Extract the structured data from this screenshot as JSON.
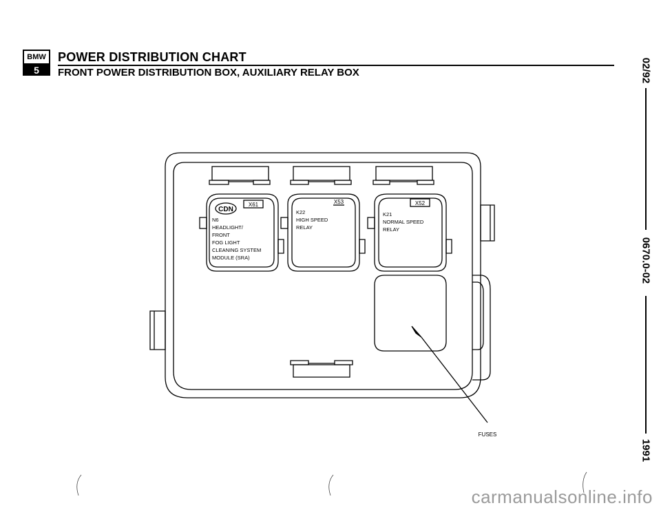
{
  "header": {
    "logo_top": "BMW",
    "logo_bottom": "5",
    "title": "POWER DISTRIBUTION CHART",
    "subtitle": "FRONT POWER DISTRIBUTION BOX, AUXILIARY RELAY BOX"
  },
  "side_labels": {
    "date": "02/92",
    "doc_number": "0670.0-02",
    "year": "1991"
  },
  "diagram": {
    "sockets": {
      "left": {
        "connector": "X61",
        "badge": "CDN",
        "lines": [
          "N6",
          "HEADLIGHT/",
          "FRONT",
          "FOG LIGHT",
          "CLEANING SYSTEM",
          "MODULE (SRA)"
        ]
      },
      "middle": {
        "connector": "X53",
        "lines": [
          "K22",
          "HIGH SPEED",
          "RELAY"
        ]
      },
      "right": {
        "connector": "X52",
        "lines": [
          "K21",
          "NORMAL SPEED",
          "RELAY"
        ]
      }
    },
    "fuses_label": "FUSES"
  },
  "watermark": "carmanualsonline.info"
}
